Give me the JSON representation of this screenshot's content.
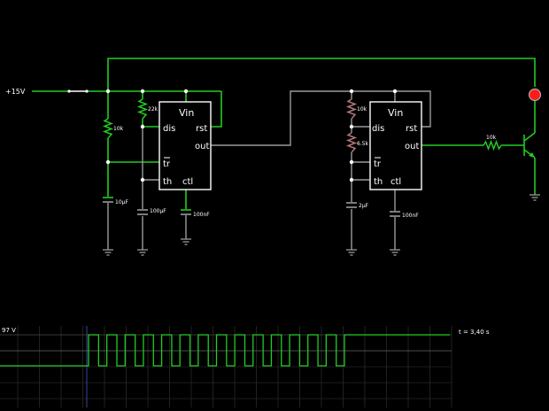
{
  "circuit": {
    "source_label": "+15V",
    "ic1": {
      "vin": "Vin",
      "dis": "dis",
      "rst": "rst",
      "out": "out",
      "tr": "tr",
      "th": "th",
      "ctl": "ctl"
    },
    "ic2": {
      "vin": "Vin",
      "dis": "dis",
      "rst": "rst",
      "out": "out",
      "tr": "tr",
      "th": "th",
      "ctl": "ctl"
    },
    "components": {
      "r_10k_a": "10k",
      "r_22k": "22k",
      "c_10uF": "10µF",
      "c_100uF": "100µF",
      "c_100nF_a": "100nF",
      "r_10k_b": "10k",
      "r_6_5k": "6.5k",
      "c_2uF": "2µF",
      "c_100nF_b": "100nF",
      "r_10k_c": "10k"
    }
  },
  "scope": {
    "voltage_label": "97 V",
    "time_label": "t = 3,40 s",
    "trace_color": "#22cc22",
    "pulse_count": 14
  },
  "colors": {
    "wire_active": "#22cc22",
    "wire_idle": "#9a9a9a",
    "led": "#ff1a1a",
    "chip_border": "#ffffff"
  }
}
